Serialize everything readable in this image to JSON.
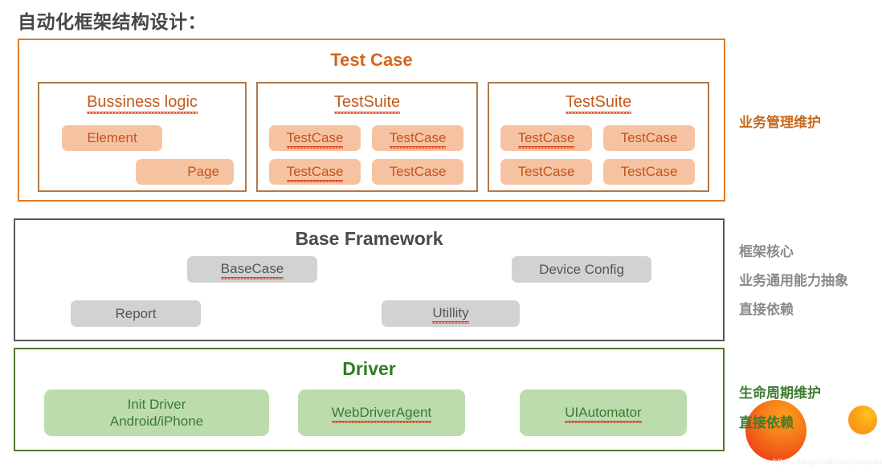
{
  "page": {
    "title": "自动化框架结构设计：",
    "watermark": "https://blog.csdn.net/jianqiang"
  },
  "colors": {
    "orange_accent": "#E07B29",
    "orange_title": "#D4661A",
    "orange_chip_bg": "#F6C3A2",
    "orange_chip_text": "#C1541A",
    "subbox_border": "#B07A4B",
    "gray_border": "#575757",
    "gray_chip_bg": "#D2D2D2",
    "gray_chip_text": "#555555",
    "green_border": "#4A7C2F",
    "green_title": "#2E7D23",
    "green_chip_bg": "#BCDCAE",
    "green_chip_text": "#3C7A33",
    "deco_circle_orange": "#F7811A",
    "deco_circle_yellow": "#FBA316"
  },
  "testcase_section": {
    "title": "Test Case",
    "boxes": [
      {
        "title": "Bussiness logic",
        "chips": [
          {
            "label": "Element"
          },
          {
            "label": "Page"
          }
        ]
      },
      {
        "title": "TestSuite",
        "chips": [
          {
            "label": "TestCase"
          },
          {
            "label": "TestCase"
          },
          {
            "label": "TestCase"
          },
          {
            "label": "TestCase"
          }
        ]
      },
      {
        "title": "TestSuite",
        "chips": [
          {
            "label": "TestCase"
          },
          {
            "label": "TestCase"
          },
          {
            "label": "TestCase"
          },
          {
            "label": "TestCase"
          }
        ]
      }
    ]
  },
  "base_section": {
    "title": "Base Framework",
    "chips": [
      {
        "label": "BaseCase"
      },
      {
        "label": "Device Config"
      },
      {
        "label": "Report"
      },
      {
        "label": "Utillity"
      }
    ]
  },
  "driver_section": {
    "title": "Driver",
    "chips": [
      {
        "label": "Init Driver\nAndroid/iPhone"
      },
      {
        "label": "WebDriverAgent"
      },
      {
        "label": "UIAutomator"
      }
    ]
  },
  "annotations": {
    "testcase": [
      "业务管理维护"
    ],
    "base": [
      "框架核心",
      "业务通用能力抽象",
      "直接依赖"
    ],
    "driver": [
      "生命周期维护",
      "直接依赖"
    ]
  }
}
